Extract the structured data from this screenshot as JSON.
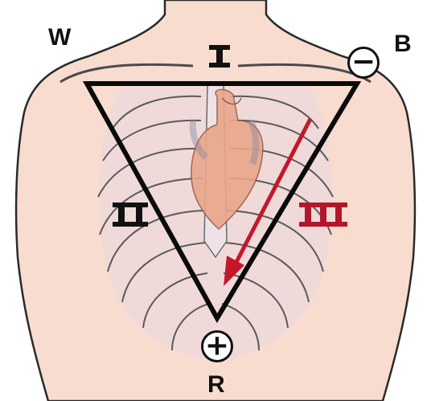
{
  "labels": {
    "top_left": "W",
    "top_right": "B",
    "bottom": "R",
    "lead_one": "I",
    "lead_two": "II",
    "lead_three": "III"
  },
  "terminals": {
    "negative": "−",
    "positive": "+"
  },
  "colors": {
    "skin": "#f7dccf",
    "outline": "#2a2a2a",
    "triangle": "#0a0a0a",
    "arrow": "#c4172c",
    "lead_three": "#b3162b",
    "heart": "#e9a68a",
    "rib_shadow": "#c9cfe0"
  }
}
